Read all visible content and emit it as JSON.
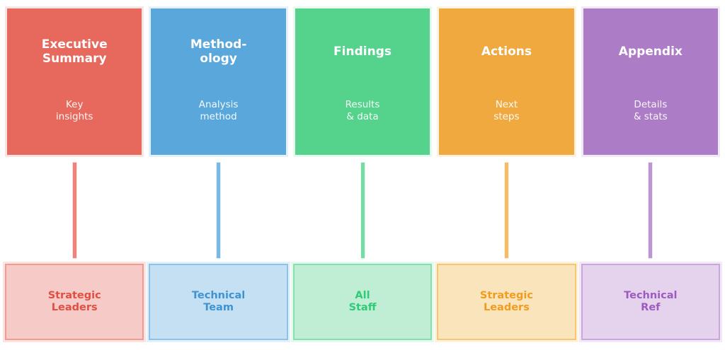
{
  "figure": {
    "background": "#FFFFFF"
  },
  "columns": [
    {
      "name": "executive-summary",
      "top_box": {
        "title": "Executive\nSummary",
        "subtitle": "Key\ninsights"
      },
      "audience_box": {
        "label": "Strategic\nLeaders"
      },
      "colors": {
        "fill": "#E7695D",
        "halo": "#FAE4E1",
        "connector": "#EF837B",
        "audience_fill": "#F6CBC7",
        "audience_border": "#F09A90",
        "audience_text": "#DF4F44"
      }
    },
    {
      "name": "methodology",
      "top_box": {
        "title": "Method-\nology",
        "subtitle": "Analysis\nmethod"
      },
      "audience_box": {
        "label": "Technical\nTeam"
      },
      "colors": {
        "fill": "#5AA7DC",
        "halo": "#E5F1FA",
        "connector": "#79B8E4",
        "audience_fill": "#C5E0F3",
        "audience_border": "#8CC2E8",
        "audience_text": "#3E93D3"
      }
    },
    {
      "name": "findings",
      "top_box": {
        "title": "Findings",
        "subtitle": "Results\n& data"
      },
      "audience_box": {
        "label": "All\nStaff"
      },
      "colors": {
        "fill": "#55D38C",
        "halo": "#E5F9EE",
        "connector": "#75DCA3",
        "audience_fill": "#C0EED4",
        "audience_border": "#85E0AE",
        "audience_text": "#2FCB76"
      }
    },
    {
      "name": "actions",
      "top_box": {
        "title": "Actions",
        "subtitle": "Next\nsteps"
      },
      "audience_box": {
        "label": "Strategic\nLeaders"
      },
      "colors": {
        "fill": "#F0A93F",
        "halo": "#FDF2DF",
        "connector": "#F4BC66",
        "audience_fill": "#FAE4BC",
        "audience_border": "#F6C670",
        "audience_text": "#F29C1F"
      }
    },
    {
      "name": "appendix",
      "top_box": {
        "title": "Appendix",
        "subtitle": "Details\n& stats"
      },
      "audience_box": {
        "label": "Technical\nRef"
      },
      "colors": {
        "fill": "#AC7CC6",
        "halo": "#F2E9F7",
        "connector": "#BC95D3",
        "audience_fill": "#E5D3EE",
        "audience_border": "#CBA6DC",
        "audience_text": "#9D5BBF"
      }
    }
  ]
}
